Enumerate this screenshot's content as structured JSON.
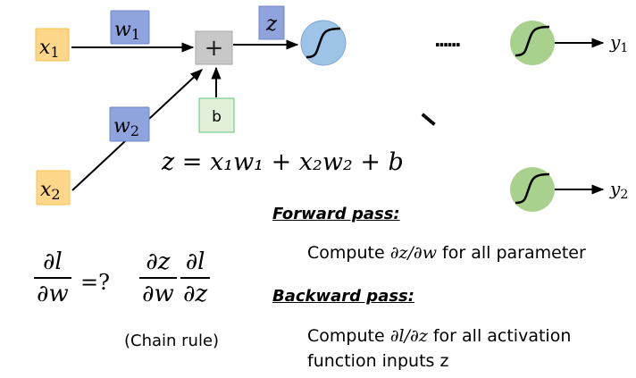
{
  "colors": {
    "input_fill": "#ffd78a",
    "input_stroke": "#f5c04a",
    "weight_fill": "#8fa3dc",
    "weight_stroke": "#6f86cc",
    "sum_fill": "#c8c8c8",
    "sum_stroke": "#a9a9a9",
    "bias_fill": "#e2f0d9",
    "bias_stroke": "#5cc87a",
    "neuron_blue": "#9dc3e6",
    "neuron_green": "#a9d18e"
  },
  "diagram": {
    "inputs": [
      {
        "base": "x",
        "sub": "1"
      },
      {
        "base": "x",
        "sub": "2"
      }
    ],
    "weights": [
      {
        "base": "w",
        "sub": "1"
      },
      {
        "base": "w",
        "sub": "2"
      }
    ],
    "sum_symbol": "+",
    "bias": "b",
    "z_label": "z",
    "ellipsis_horizontal": "......",
    "ellipsis_diagonal": ".....",
    "outputs": [
      {
        "base": "y",
        "sub": "1"
      },
      {
        "base": "y",
        "sub": "2"
      }
    ],
    "activation_icon": "sigmoid-icon"
  },
  "equation": "z = x₁w₁ + x₂w₂ + b",
  "question": {
    "lhs_num": "∂l",
    "lhs_den": "∂w",
    "mid": "=?",
    "chain_num1": "∂z",
    "chain_den1": "∂w",
    "chain_num2": "∂l",
    "chain_den2": "∂z",
    "caption": "(Chain rule)"
  },
  "forward": {
    "heading": "Forward pass:",
    "text_pre": "Compute ",
    "text_math": "∂z/∂w",
    "text_post": " for all parameter"
  },
  "backward": {
    "heading": "Backward pass:",
    "text_pre": "Compute ",
    "text_math": "∂l/∂z",
    "text_post": " for all activation",
    "text_line2": "function inputs z"
  }
}
